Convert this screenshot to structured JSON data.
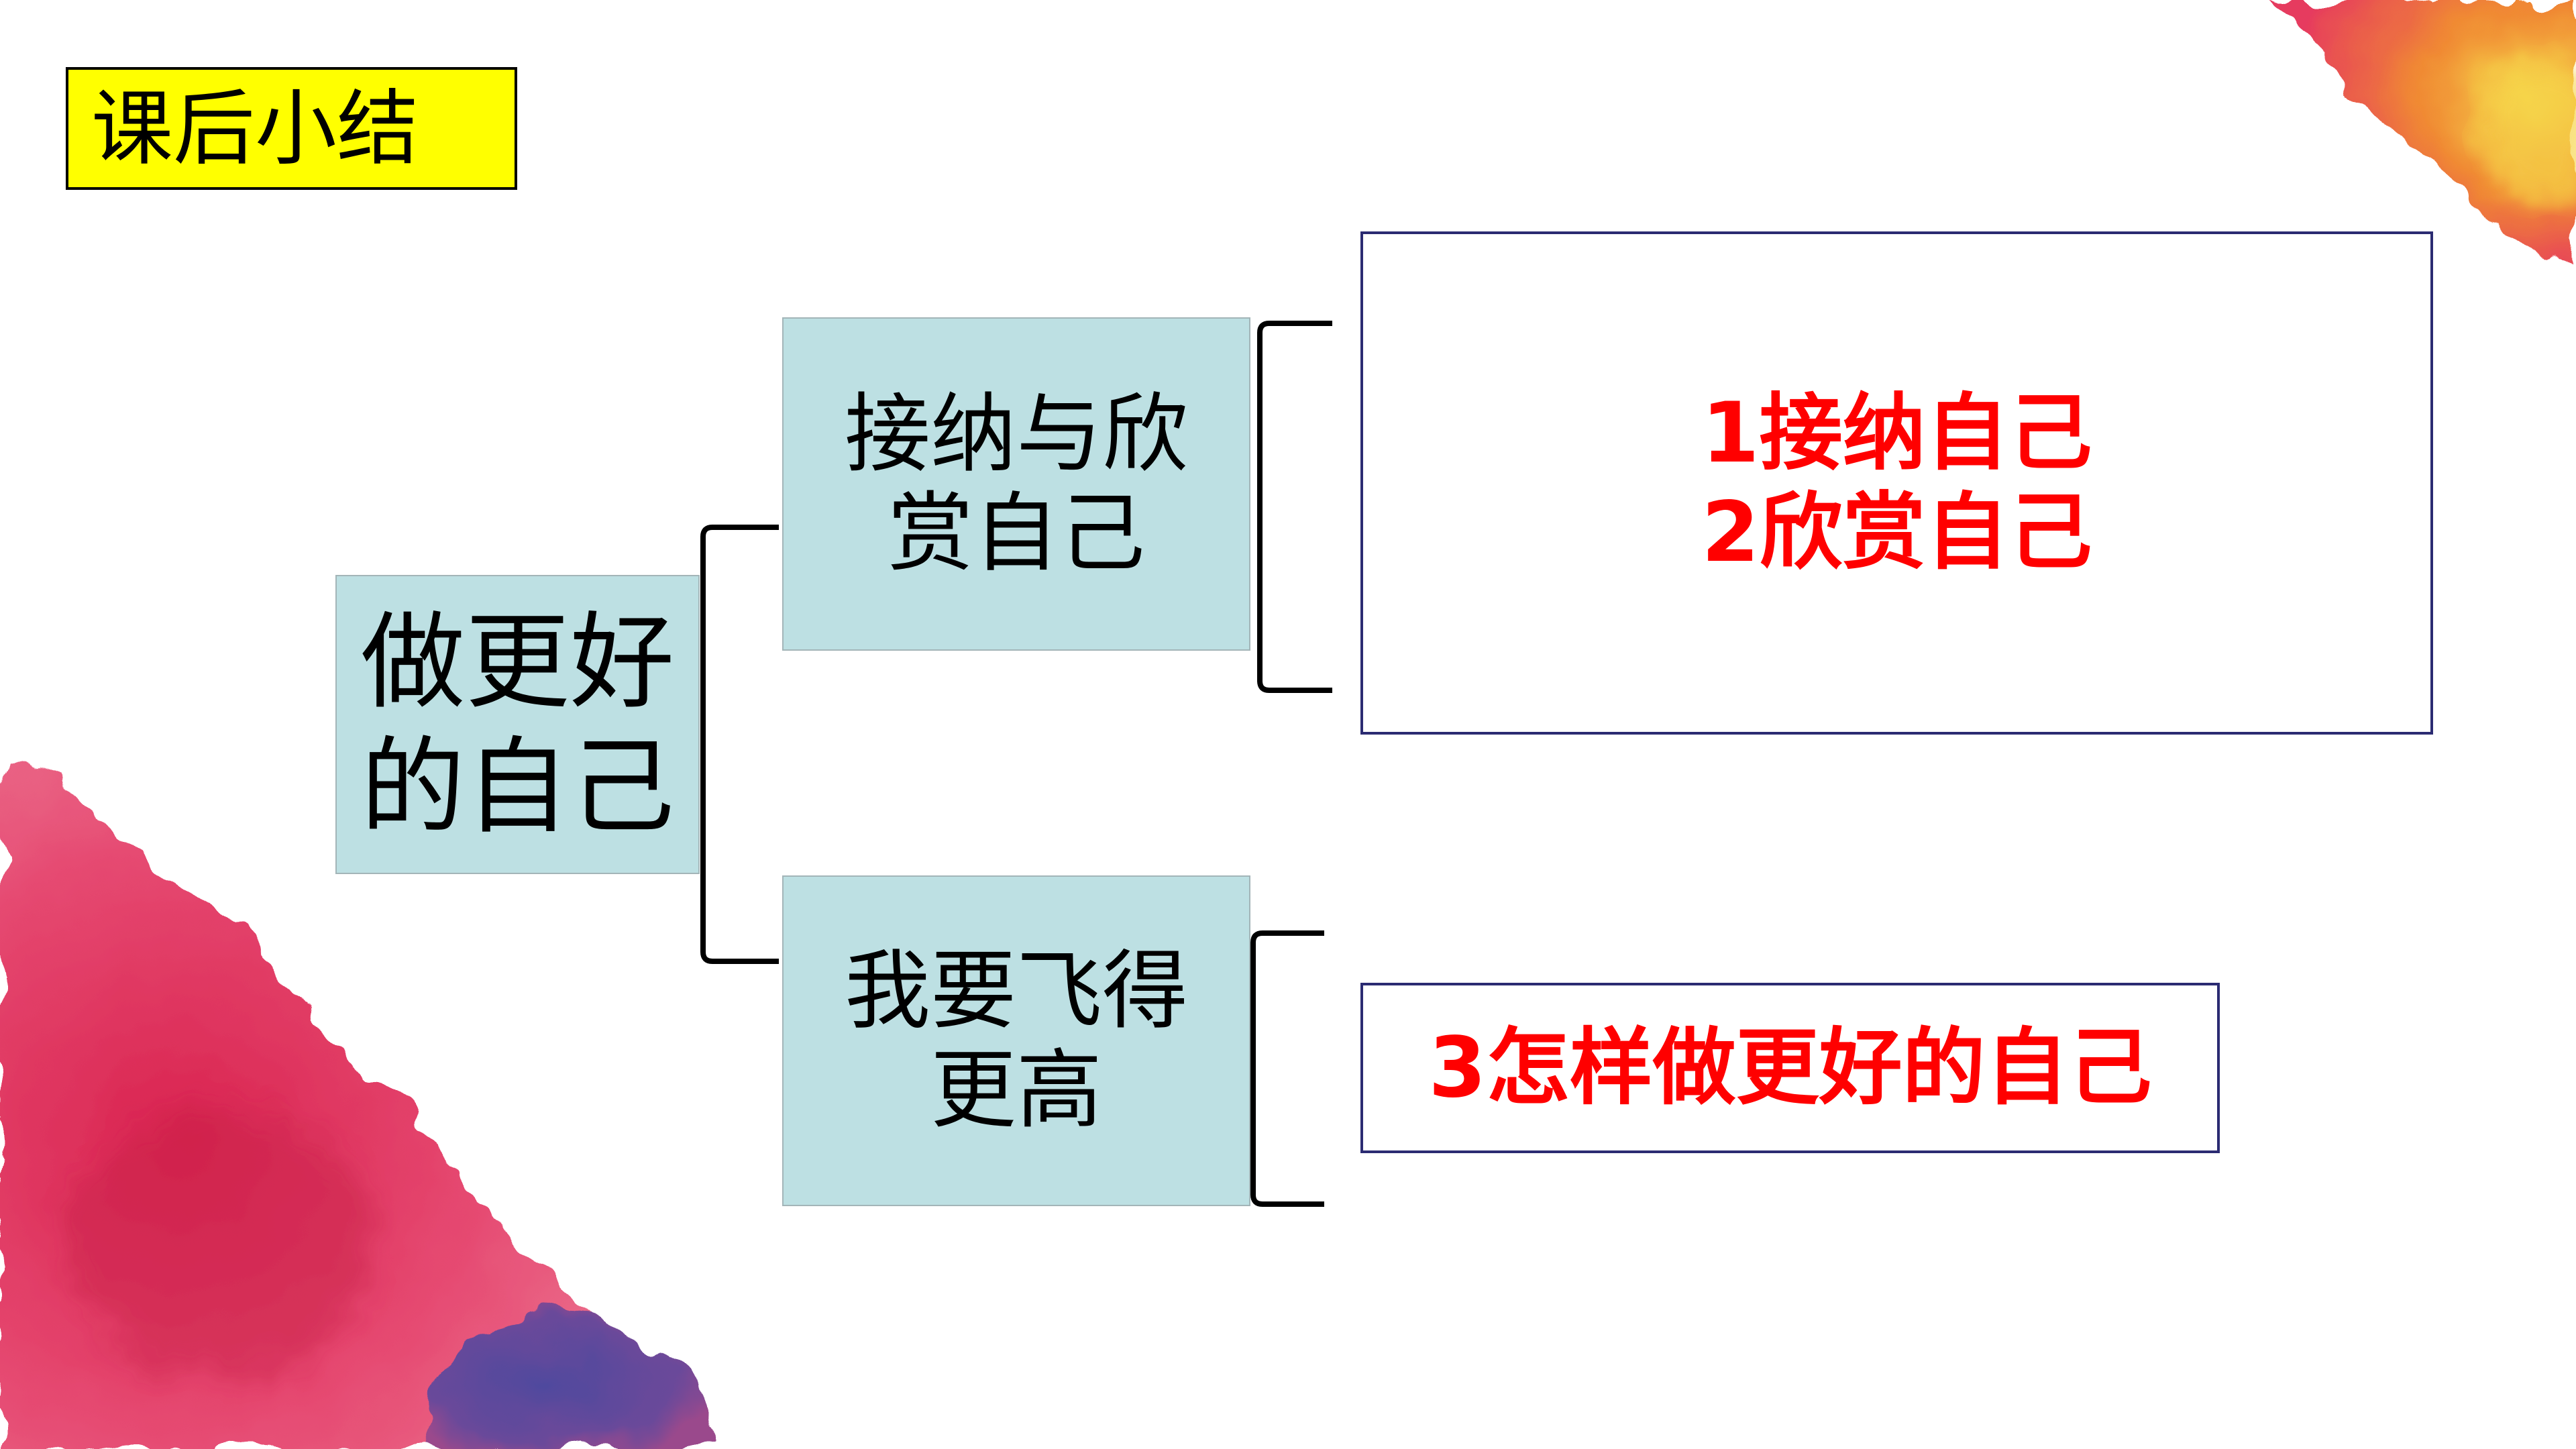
{
  "slide": {
    "title": "课后小结",
    "root": {
      "line1": "做更好",
      "line2": "的自己"
    },
    "branches": [
      {
        "label_line1": "接纳与欣",
        "label_line2": "赏自己",
        "points": [
          "1接纳自己",
          "2欣赏自己"
        ]
      },
      {
        "label_line1": "我要飞得",
        "label_line2": "更高",
        "points": [
          "3怎样做更好的自己"
        ]
      }
    ]
  },
  "colors": {
    "title_background": "#ffff00",
    "node_background": "#bde0e3",
    "point_text": "#ff0000",
    "detail_border": "#2b2b72",
    "connector": "#000000",
    "deco_pink": "#e23d6c",
    "deco_orange": "#f08a33",
    "deco_yellow": "#f6d54a",
    "deco_purple": "#5a4a9c"
  }
}
